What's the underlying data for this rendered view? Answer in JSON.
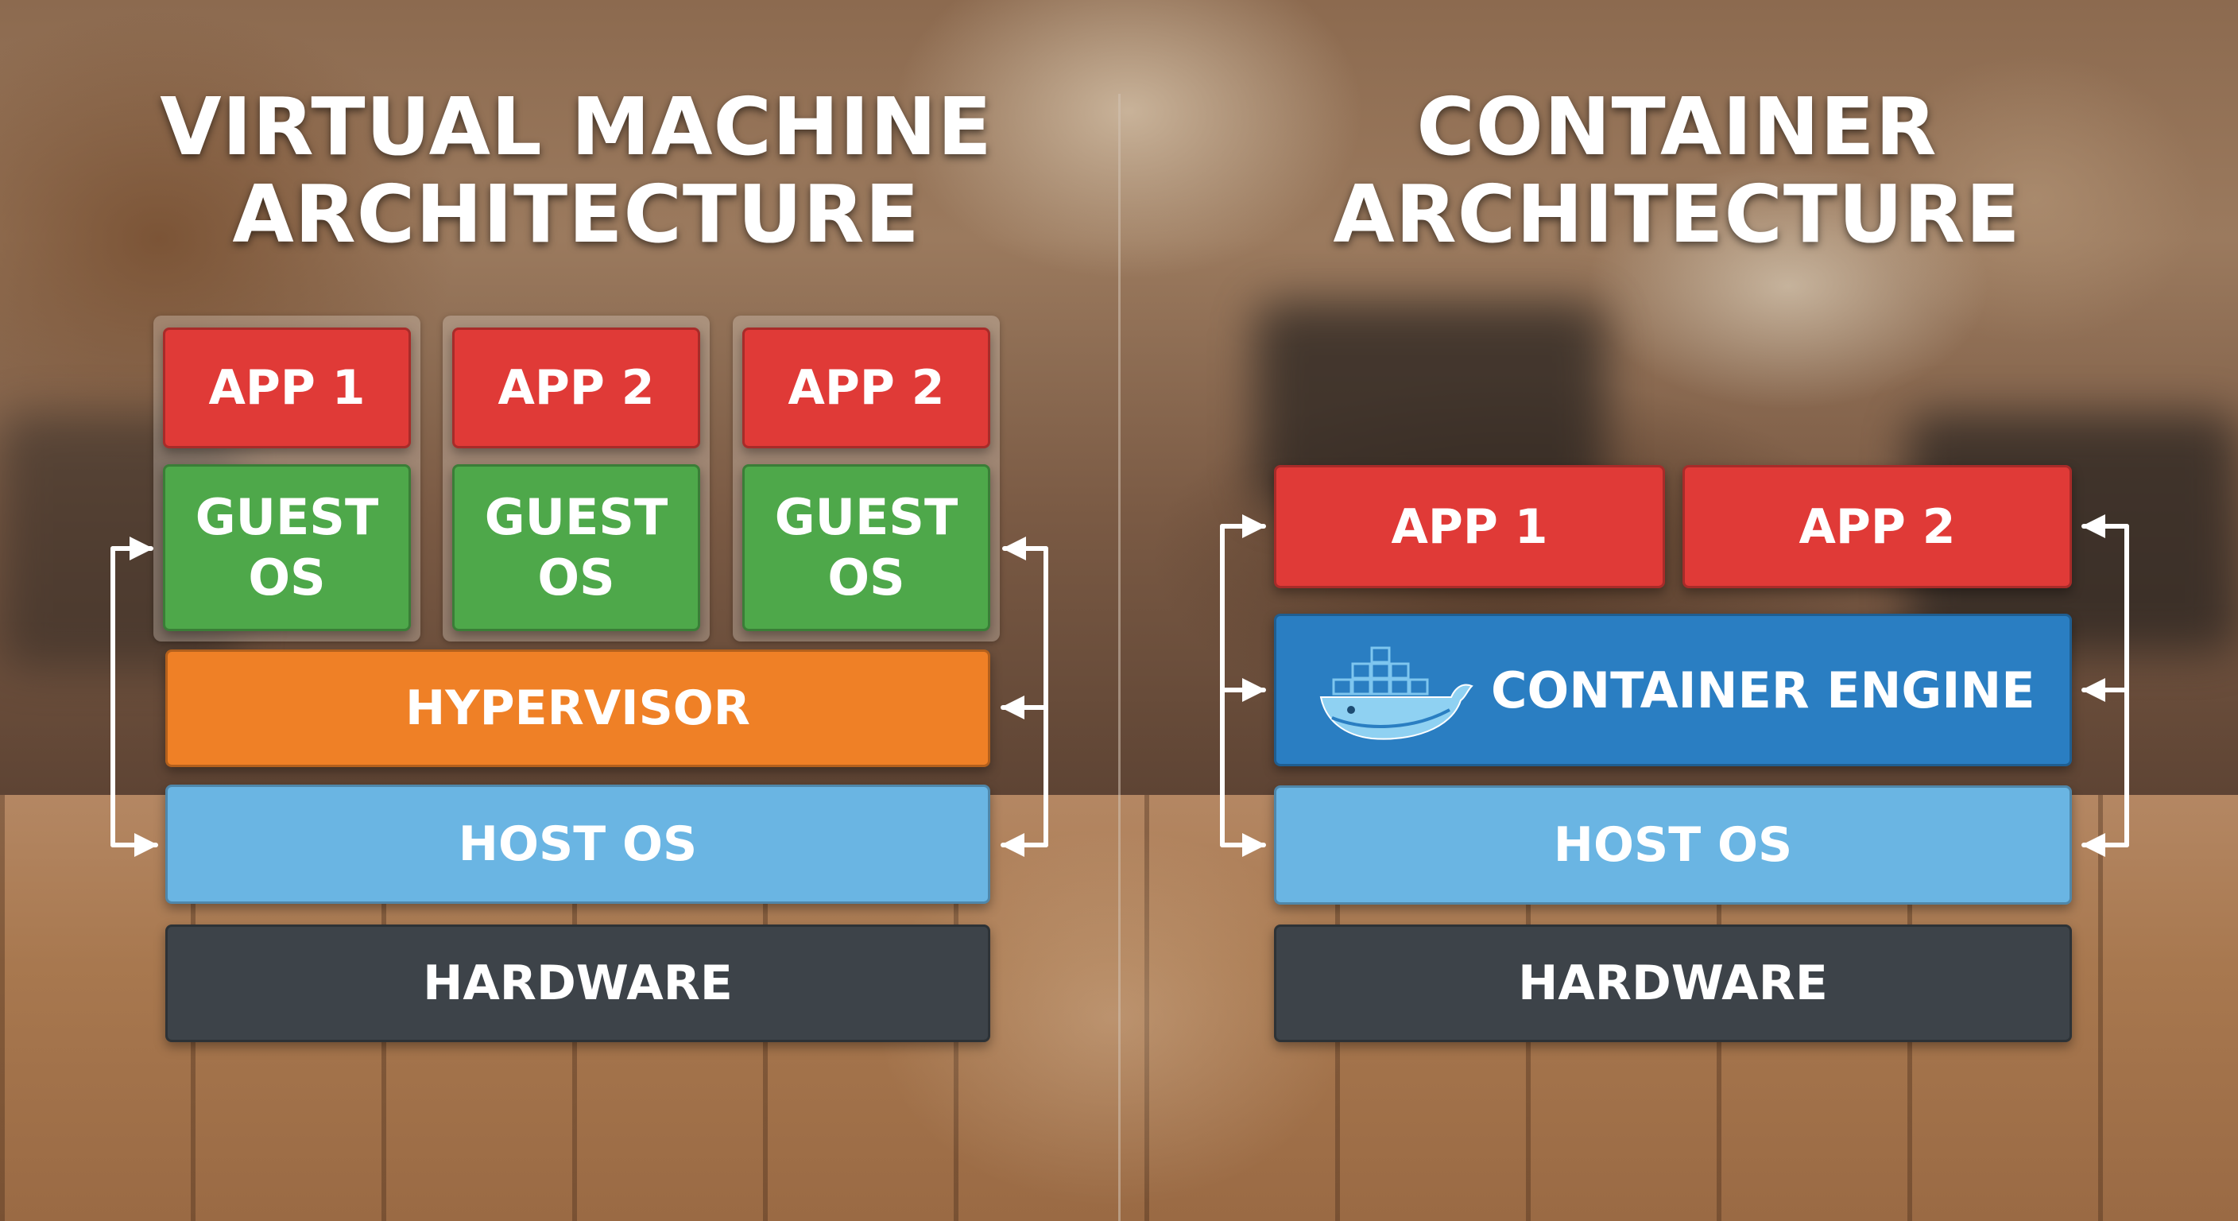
{
  "vm": {
    "title_line1": "VIRTUAL MACHINE",
    "title_line2": "ARCHITECTURE",
    "apps": [
      "APP 1",
      "APP 2",
      "APP 2"
    ],
    "guest_os": [
      "GUEST\nOS",
      "GUEST\nOS",
      "GUEST\nOS"
    ],
    "hypervisor": "HYPERVISOR",
    "host_os": "HOST OS",
    "hardware": "HARDWARE"
  },
  "container": {
    "title_line1": "CONTAINER",
    "title_line2": "ARCHITECTURE",
    "apps": [
      "APP 1",
      "APP 2"
    ],
    "engine": "CONTAINER ENGINE",
    "host_os": "HOST OS",
    "hardware": "HARDWARE"
  },
  "colors": {
    "app": "#e03a37",
    "guest_os": "#4ea84a",
    "hypervisor": "#ef8026",
    "host_os": "#6ab5e3",
    "hardware": "#3d4349",
    "container_engine": "#2a7ec2",
    "arrow": "#ffffff"
  },
  "icons": {
    "engine_logo": "docker-whale-icon"
  }
}
